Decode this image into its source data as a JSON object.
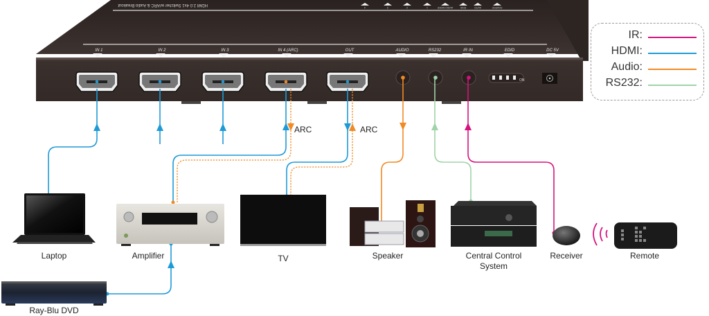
{
  "device": {
    "title": "HDMI 2.0 4x1 Switcher w/ARC & Audio Breakout",
    "top_buttons": [
      "4",
      "3",
      "2",
      "1",
      "AUDIO MODE",
      "EDID",
      "AUTO",
      "SOURCE"
    ],
    "ports": [
      {
        "id": "in1",
        "label": "IN 1",
        "type": "hdmi"
      },
      {
        "id": "in2",
        "label": "IN 2",
        "type": "hdmi"
      },
      {
        "id": "in3",
        "label": "IN 3",
        "type": "hdmi"
      },
      {
        "id": "in4",
        "label": "IN 4 (ARC)",
        "type": "hdmi"
      },
      {
        "id": "out",
        "label": "OUT",
        "type": "hdmi"
      },
      {
        "id": "audio",
        "label": "AUDIO",
        "type": "jack"
      },
      {
        "id": "rs232",
        "label": "RS232",
        "type": "jack"
      },
      {
        "id": "irin",
        "label": "IR IN",
        "type": "jack"
      },
      {
        "id": "edid",
        "label": "EDID",
        "type": "dip"
      },
      {
        "id": "dc",
        "label": "DC 5V",
        "type": "power"
      }
    ],
    "dip_switch": {
      "positions": [
        "1",
        "2",
        "3",
        "4"
      ],
      "on_label": "ON"
    }
  },
  "arc_labels": [
    "ARC",
    "ARC"
  ],
  "devices": [
    {
      "id": "laptop",
      "label": "Laptop"
    },
    {
      "id": "amplifier",
      "label": "Amplifier"
    },
    {
      "id": "tv",
      "label": "TV"
    },
    {
      "id": "speaker",
      "label": "Speaker"
    },
    {
      "id": "control",
      "label": "Central Control\nSystem",
      "line1": "Central Control",
      "line2": "System"
    },
    {
      "id": "receiver",
      "label": "Receiver"
    },
    {
      "id": "remote",
      "label": "Remote"
    },
    {
      "id": "dvd",
      "label": "Ray-Blu DVD"
    }
  ],
  "legend": [
    {
      "label": "IR:",
      "color": "#d6127e"
    },
    {
      "label": "HDMI:",
      "color": "#1e9ad6"
    },
    {
      "label": "Audio:",
      "color": "#f08a24"
    },
    {
      "label": "RS232:",
      "color": "#9fd3a8"
    }
  ],
  "colors": {
    "ir": "#d6127e",
    "hdmi": "#1e9ad6",
    "audio": "#f08a24",
    "rs232": "#9fd3a8",
    "chassis": "#3a302d"
  }
}
